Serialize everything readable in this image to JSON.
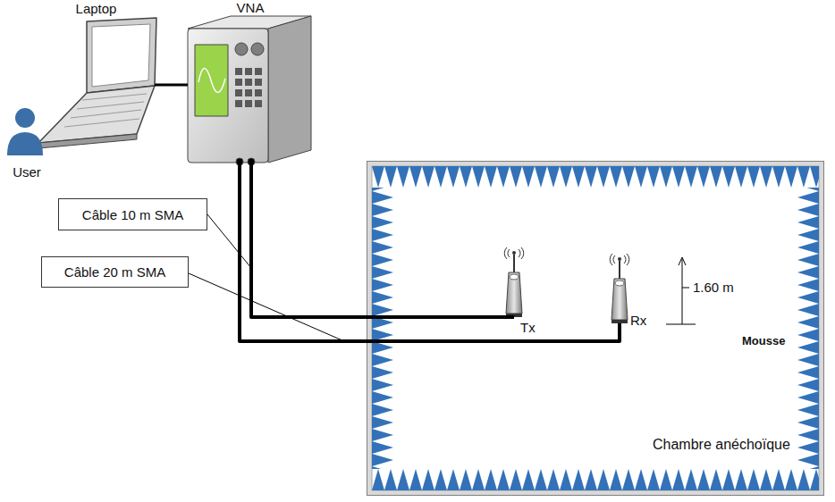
{
  "diagram": {
    "nodes": [
      {
        "text": [
          "Laptop"
        ]
      },
      {
        "text": [
          "User"
        ]
      },
      {
        "text": [
          "VNA"
        ]
      },
      {
        "text": [
          "Câble 10 m SMA"
        ]
      },
      {
        "text": [
          "Câble 20 m SMA"
        ]
      },
      {
        "text": [
          "Chambre anéchoïque"
        ]
      },
      {
        "text": [
          "Tx"
        ],
        "in": 5
      },
      {
        "text": [
          "Rx"
        ],
        "in": 5
      }
    ],
    "edges": [
      {
        "from": 0,
        "to": 2,
        "arrow": "none"
      },
      {
        "from": 2,
        "to": 6,
        "arrow": "none"
      },
      {
        "from": 2,
        "to": 7,
        "arrow": "none"
      }
    ],
    "labels": [
      "1.60 m",
      "Mousse"
    ]
  }
}
